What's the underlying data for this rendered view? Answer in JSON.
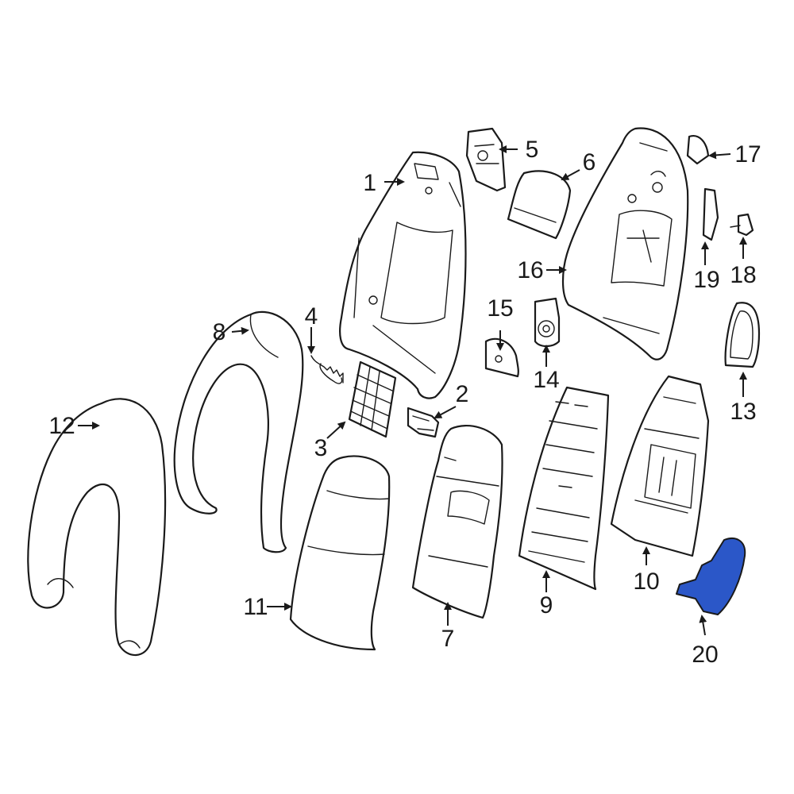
{
  "highlight_color": "#2b57c8",
  "callouts": [
    {
      "id": "1",
      "label": "1"
    },
    {
      "id": "2",
      "label": "2"
    },
    {
      "id": "3",
      "label": "3"
    },
    {
      "id": "4",
      "label": "4"
    },
    {
      "id": "5",
      "label": "5"
    },
    {
      "id": "6",
      "label": "6"
    },
    {
      "id": "7",
      "label": "7"
    },
    {
      "id": "8",
      "label": "8"
    },
    {
      "id": "9",
      "label": "9"
    },
    {
      "id": "10",
      "label": "10"
    },
    {
      "id": "11",
      "label": "11"
    },
    {
      "id": "12",
      "label": "12"
    },
    {
      "id": "13",
      "label": "13"
    },
    {
      "id": "14",
      "label": "14"
    },
    {
      "id": "15",
      "label": "15"
    },
    {
      "id": "16",
      "label": "16"
    },
    {
      "id": "17",
      "label": "17"
    },
    {
      "id": "18",
      "label": "18"
    },
    {
      "id": "19",
      "label": "19"
    },
    {
      "id": "20",
      "label": "20"
    }
  ],
  "highlighted_part": "20"
}
